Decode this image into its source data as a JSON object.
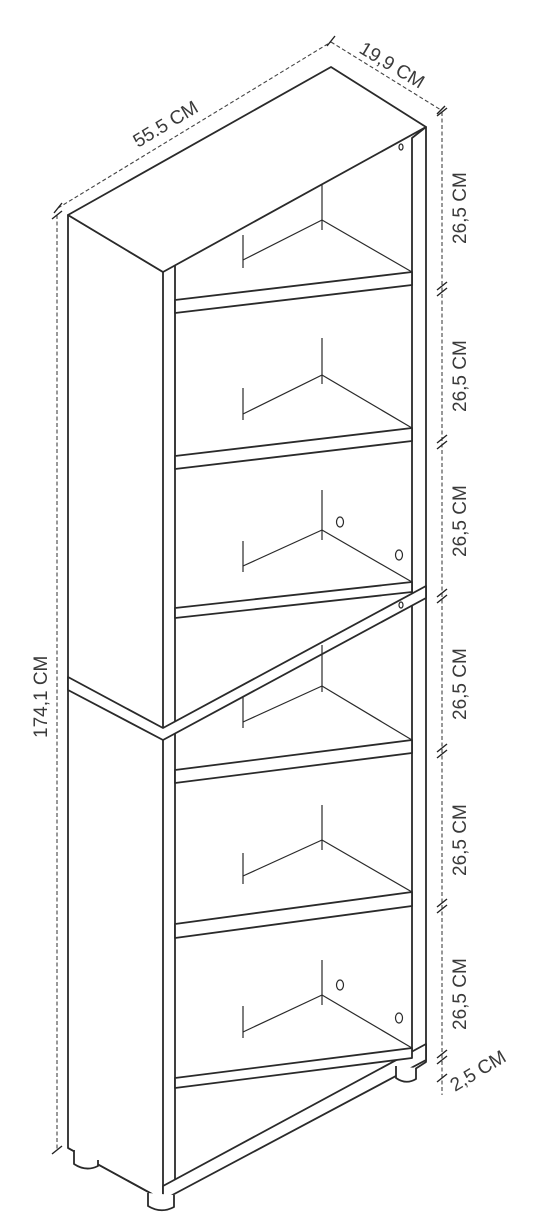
{
  "diagram": {
    "dimensions": {
      "width": "55.5 CM",
      "depth": "19,9 CM",
      "height": "174,1 CM",
      "shelves": [
        "26,5 CM",
        "26,5 CM",
        "26,5 CM",
        "26,5 CM",
        "26,5 CM",
        "26,5 CM"
      ],
      "plinth": "2,5 CM"
    },
    "colors": {
      "line": "#2a2a2a",
      "background": "#ffffff"
    }
  }
}
